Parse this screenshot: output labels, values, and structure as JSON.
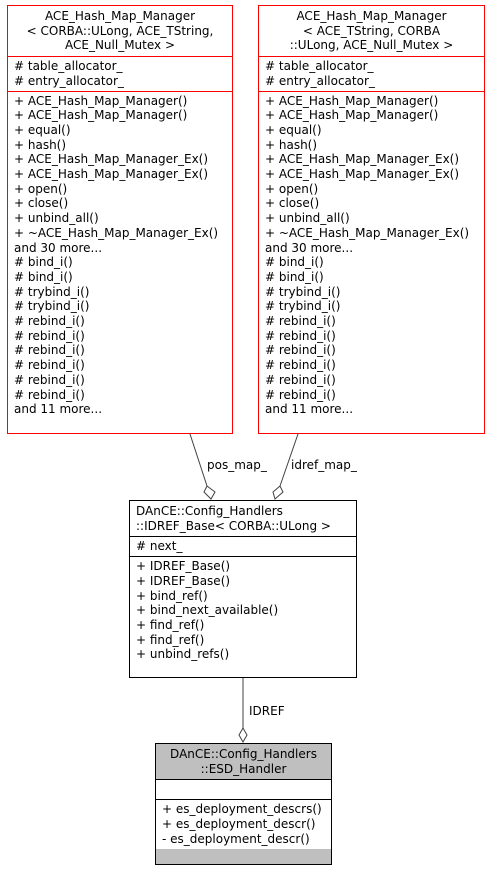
{
  "nodes": {
    "hash_map_left": {
      "title": [
        "ACE_Hash_Map_Manager",
        "< CORBA::ULong, ACE_TString,",
        "ACE_Null_Mutex >"
      ],
      "attributes": [
        "# table_allocator_",
        "# entry_allocator_"
      ],
      "methods": [
        "+ ACE_Hash_Map_Manager()",
        "+ ACE_Hash_Map_Manager()",
        "+ equal()",
        "+ hash()",
        "+ ACE_Hash_Map_Manager_Ex()",
        "+ ACE_Hash_Map_Manager_Ex()",
        "+ open()",
        "+ close()",
        "+ unbind_all()",
        "+ ~ACE_Hash_Map_Manager_Ex()",
        "and 30 more...",
        "# bind_i()",
        "# bind_i()",
        "# trybind_i()",
        "# trybind_i()",
        "# rebind_i()",
        "# rebind_i()",
        "# rebind_i()",
        "# rebind_i()",
        "# rebind_i()",
        "# rebind_i()",
        "and 11 more..."
      ]
    },
    "hash_map_right": {
      "title": [
        "ACE_Hash_Map_Manager",
        "< ACE_TString, CORBA",
        "::ULong, ACE_Null_Mutex >"
      ],
      "attributes": [
        "# table_allocator_",
        "# entry_allocator_"
      ],
      "methods": [
        "+ ACE_Hash_Map_Manager()",
        "+ ACE_Hash_Map_Manager()",
        "+ equal()",
        "+ hash()",
        "+ ACE_Hash_Map_Manager_Ex()",
        "+ ACE_Hash_Map_Manager_Ex()",
        "+ open()",
        "+ close()",
        "+ unbind_all()",
        "+ ~ACE_Hash_Map_Manager_Ex()",
        "and 30 more...",
        "# bind_i()",
        "# bind_i()",
        "# trybind_i()",
        "# trybind_i()",
        "# rebind_i()",
        "# rebind_i()",
        "# rebind_i()",
        "# rebind_i()",
        "# rebind_i()",
        "# rebind_i()",
        "and 11 more..."
      ]
    },
    "idref_base": {
      "title": [
        "DAnCE::Config_Handlers",
        "::IDREF_Base< CORBA::ULong >"
      ],
      "attributes": [
        "# next_"
      ],
      "methods": [
        "+ IDREF_Base()",
        "+ IDREF_Base()",
        "+ bind_ref()",
        "+ bind_next_available()",
        "+ find_ref()",
        "+ find_ref()",
        "+ unbind_refs()"
      ]
    },
    "esd_handler": {
      "title": [
        "DAnCE::Config_Handlers",
        "::ESD_Handler"
      ],
      "attributes": [],
      "methods": [
        "+ es_deployment_descrs()",
        "+ es_deployment_descr()",
        "- es_deployment_descr()"
      ]
    }
  },
  "edges": {
    "pos_map": {
      "label": "pos_map_"
    },
    "idref_map": {
      "label": "idref_map_"
    },
    "idref": {
      "label": "IDREF"
    }
  },
  "colors": {
    "template_border": "#ff0000",
    "class_border": "#000000",
    "focus_fill": "#bfbfbf",
    "edge": "#404040"
  }
}
